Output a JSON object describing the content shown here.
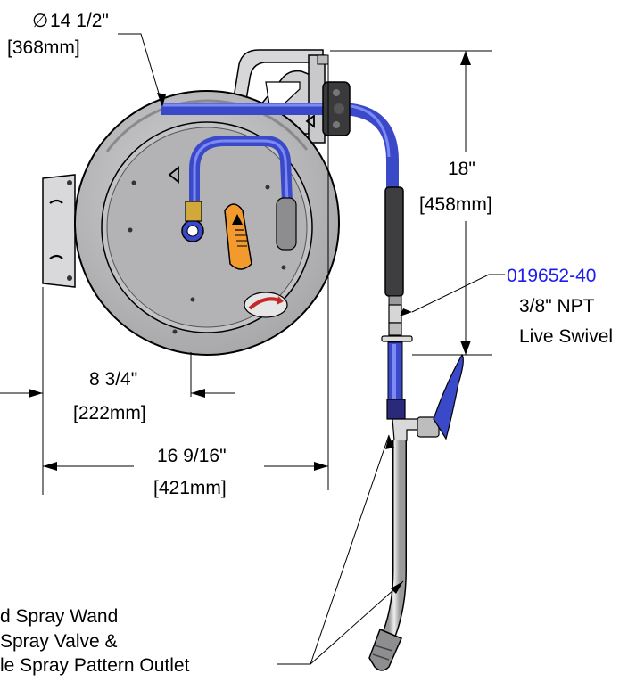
{
  "dimensions": {
    "diameter": {
      "symbol": "∅",
      "imperial": "14 1/2\"",
      "metric": "[368mm]"
    },
    "height": {
      "imperial": "18\"",
      "metric": "[458mm]"
    },
    "depth_short": {
      "imperial": "8 3/4\"",
      "metric": "[222mm]"
    },
    "depth_total": {
      "imperial": "16 9/16\"",
      "metric": "[421mm]"
    }
  },
  "callouts": {
    "swivel": {
      "part_number": "019652-40",
      "line1": "3/8\" NPT",
      "line2": "Live Swivel"
    },
    "wand": {
      "line1": "d Spray Wand",
      "line2": "Spray Valve &",
      "line3": "le Spray Pattern Outlet"
    }
  },
  "colors": {
    "hose": "#3a49c8",
    "part_number": "#1c1cf0",
    "reel": "#b9b9bb",
    "caution": "#f29a2e"
  }
}
